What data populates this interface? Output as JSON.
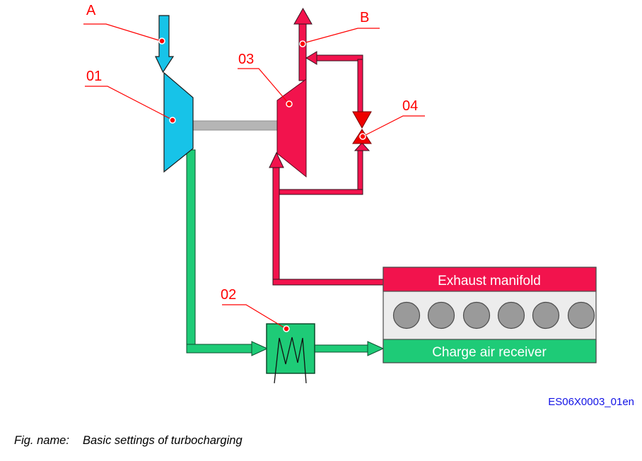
{
  "diagram": {
    "labels": {
      "a": "A",
      "b": "B",
      "n01": "01",
      "n02": "02",
      "n03": "03",
      "n04": "04"
    },
    "engine": {
      "exhaust_manifold": "Exhaust manifold",
      "charge_air_receiver": "Charge air receiver",
      "cylinder_count": 6
    },
    "figure_code": "ES06X0003_01en",
    "caption": {
      "label": "Fig. name:",
      "text": "Basic settings of turbocharging"
    },
    "colors": {
      "crimson_red": "#f2134d",
      "valve_red": "#ee0000",
      "compressor_cyan": "#17c3e8",
      "green": "#1ecb77",
      "shaft_gray": "#b5b5b5",
      "cylinder_gray": "#9a9a9a",
      "engine_body_gray": "#ececec",
      "callout_red": "#ff0000",
      "figure_code_blue": "#1212e6"
    }
  }
}
